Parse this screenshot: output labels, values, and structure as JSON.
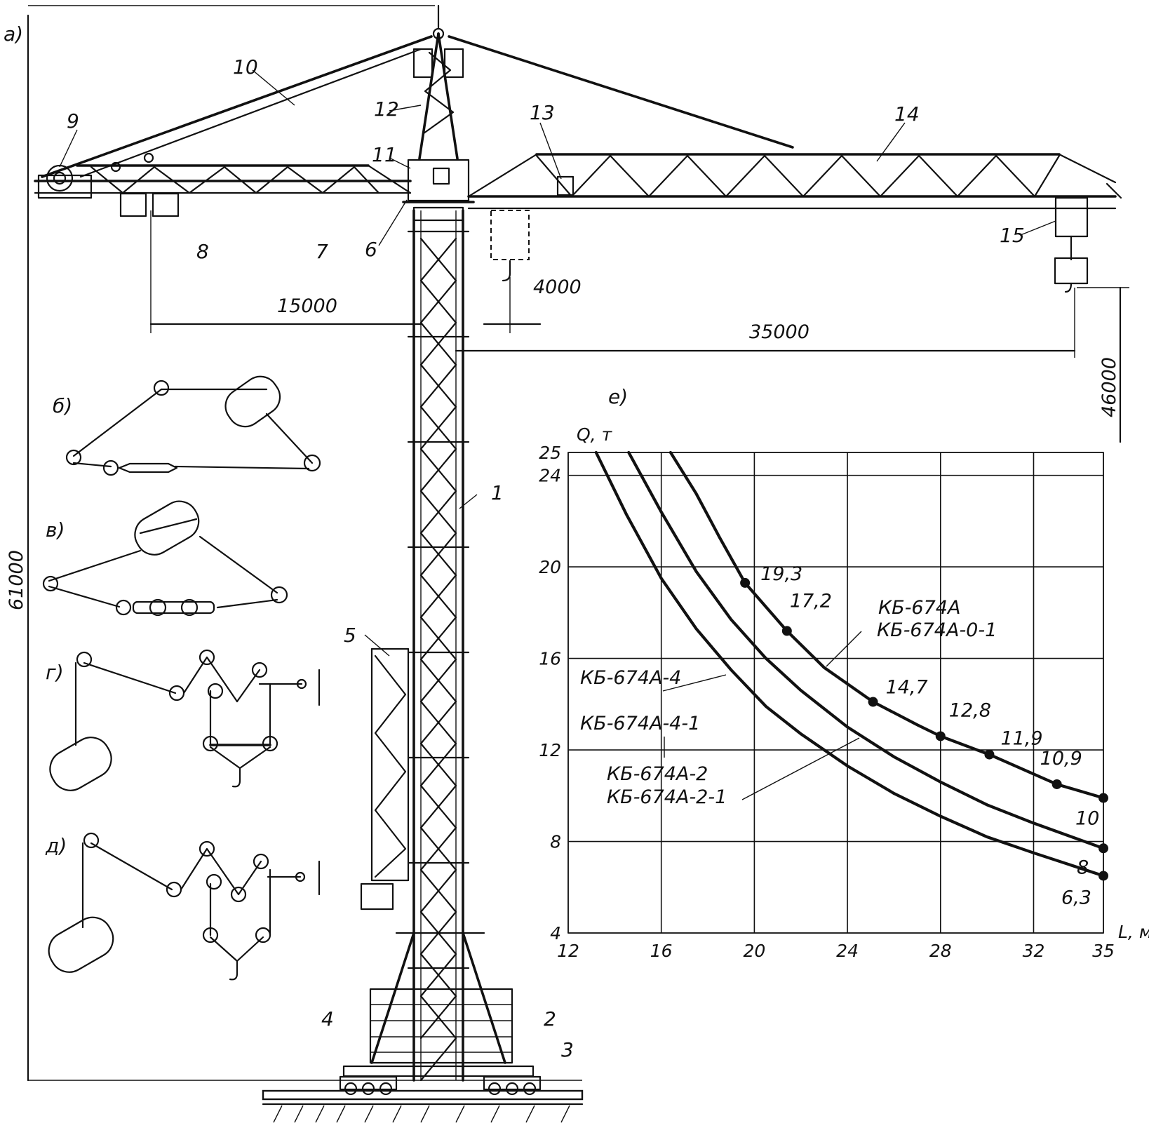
{
  "panels": {
    "a": "а)",
    "b": "б)",
    "v": "в)",
    "g": "г)",
    "d": "д)",
    "e": "е)"
  },
  "parts": {
    "1": "1",
    "2": "2",
    "3": "3",
    "4": "4",
    "5": "5",
    "6": "6",
    "7": "7",
    "8": "8",
    "9": "9",
    "10": "10",
    "11": "11",
    "12": "12",
    "13": "13",
    "14": "14",
    "15": "15"
  },
  "dimensions": {
    "height": "61000",
    "counterjib": "15000",
    "min_reach": "4000",
    "max_reach": "35000",
    "hook_height": "46000"
  },
  "chart_data": {
    "type": "line",
    "xlabel": "L, м",
    "ylabel": "Q, т",
    "xlim": [
      12,
      35
    ],
    "ylim": [
      4,
      25
    ],
    "x_ticks": [
      12,
      16,
      20,
      24,
      28,
      32,
      35
    ],
    "y_ticks": [
      4,
      8,
      12,
      16,
      20,
      24,
      25
    ],
    "grid": true,
    "model_labels": [
      "КБ-674А",
      "КБ-674А-0-1",
      "КБ-674А-4",
      "КБ-674А-4-1",
      "КБ-674А-2",
      "КБ-674А-2-1"
    ],
    "series": [
      {
        "end_label": "10",
        "x": [
          16.4,
          17.5,
          18.5,
          19.6,
          21.4,
          23,
          25.1,
          27,
          28,
          30.1,
          33,
          35
        ],
        "y": [
          25,
          23.2,
          21.3,
          19.3,
          17.2,
          15.6,
          14.1,
          13.1,
          12.6,
          11.8,
          10.5,
          9.9
        ],
        "points": [
          {
            "x": 19.6,
            "y": 19.3,
            "label": "19,3"
          },
          {
            "x": 21.4,
            "y": 17.2,
            "label": "17,2"
          },
          {
            "x": 25.1,
            "y": 14.1,
            "label": "14,7"
          },
          {
            "x": 28,
            "y": 12.6,
            "label": "12,8"
          },
          {
            "x": 30.1,
            "y": 11.8,
            "label": "11,9"
          },
          {
            "x": 33,
            "y": 10.5,
            "label": "10,9"
          },
          {
            "x": 35,
            "y": 9.9,
            "label": ""
          }
        ]
      },
      {
        "end_label": "8",
        "x": [
          14.6,
          16,
          17.5,
          19,
          20.5,
          22,
          24,
          26,
          28,
          30,
          32,
          35
        ],
        "y": [
          25,
          22.4,
          19.8,
          17.7,
          16,
          14.6,
          13,
          11.7,
          10.6,
          9.6,
          8.8,
          7.7
        ],
        "points": [
          {
            "x": 35,
            "y": 7.7,
            "label": ""
          }
        ]
      },
      {
        "end_label": "6,3",
        "x": [
          13.2,
          14.5,
          16,
          17.5,
          19,
          20.5,
          22,
          24,
          26,
          28,
          30,
          32,
          35
        ],
        "y": [
          25,
          22.3,
          19.5,
          17.3,
          15.5,
          13.9,
          12.7,
          11.3,
          10.1,
          9.1,
          8.2,
          7.5,
          6.5
        ],
        "points": [
          {
            "x": 35,
            "y": 6.5,
            "label": ""
          }
        ]
      }
    ]
  }
}
